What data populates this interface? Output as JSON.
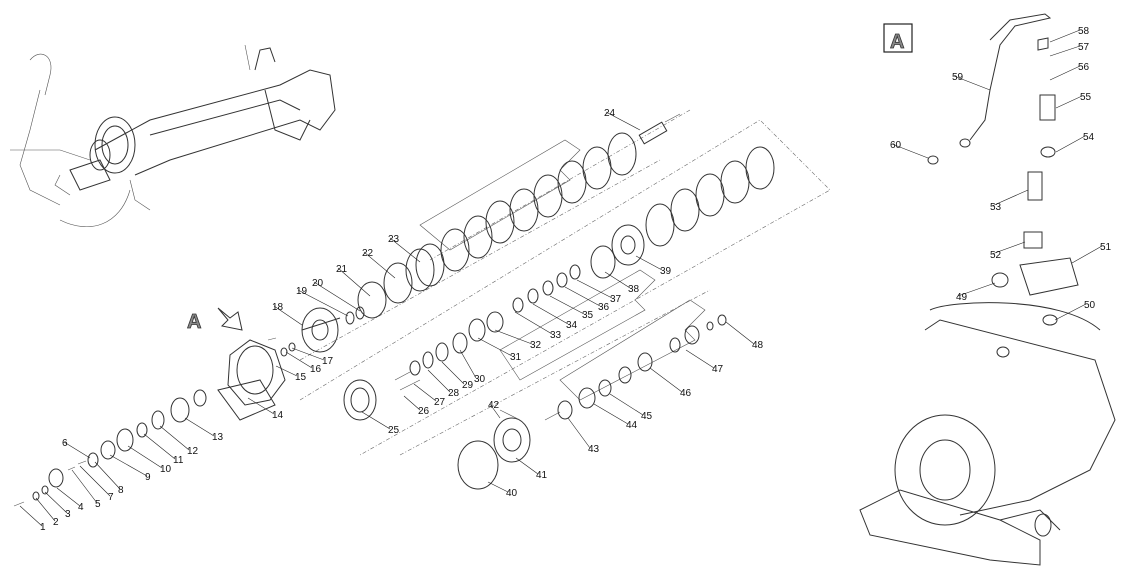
{
  "view_markers": {
    "main": "A",
    "inset": "A"
  },
  "callouts": [
    {
      "id": "1",
      "label": "1"
    },
    {
      "id": "2",
      "label": "2"
    },
    {
      "id": "3",
      "label": "3"
    },
    {
      "id": "4",
      "label": "4"
    },
    {
      "id": "5",
      "label": "5"
    },
    {
      "id": "6",
      "label": "6"
    },
    {
      "id": "7",
      "label": "7"
    },
    {
      "id": "8",
      "label": "8"
    },
    {
      "id": "9",
      "label": "9"
    },
    {
      "id": "10",
      "label": "10"
    },
    {
      "id": "11",
      "label": "11"
    },
    {
      "id": "12",
      "label": "12"
    },
    {
      "id": "13",
      "label": "13"
    },
    {
      "id": "14",
      "label": "14"
    },
    {
      "id": "15",
      "label": "15"
    },
    {
      "id": "16",
      "label": "16"
    },
    {
      "id": "17",
      "label": "17"
    },
    {
      "id": "18",
      "label": "18"
    },
    {
      "id": "19",
      "label": "19"
    },
    {
      "id": "20",
      "label": "20"
    },
    {
      "id": "21",
      "label": "21"
    },
    {
      "id": "22",
      "label": "22"
    },
    {
      "id": "23",
      "label": "23"
    },
    {
      "id": "24",
      "label": "24"
    },
    {
      "id": "25",
      "label": "25"
    },
    {
      "id": "26",
      "label": "26"
    },
    {
      "id": "27",
      "label": "27"
    },
    {
      "id": "28",
      "label": "28"
    },
    {
      "id": "29",
      "label": "29"
    },
    {
      "id": "30",
      "label": "30"
    },
    {
      "id": "31",
      "label": "31"
    },
    {
      "id": "32",
      "label": "32"
    },
    {
      "id": "33",
      "label": "33"
    },
    {
      "id": "34",
      "label": "34"
    },
    {
      "id": "35",
      "label": "35"
    },
    {
      "id": "36",
      "label": "36"
    },
    {
      "id": "37",
      "label": "37"
    },
    {
      "id": "38",
      "label": "38"
    },
    {
      "id": "39",
      "label": "39"
    },
    {
      "id": "40",
      "label": "40"
    },
    {
      "id": "41",
      "label": "41"
    },
    {
      "id": "42",
      "label": "42"
    },
    {
      "id": "43",
      "label": "43"
    },
    {
      "id": "44",
      "label": "44"
    },
    {
      "id": "45",
      "label": "45"
    },
    {
      "id": "46",
      "label": "46"
    },
    {
      "id": "47",
      "label": "47"
    },
    {
      "id": "48",
      "label": "48"
    },
    {
      "id": "49",
      "label": "49"
    },
    {
      "id": "50",
      "label": "50"
    },
    {
      "id": "51",
      "label": "51"
    },
    {
      "id": "52",
      "label": "52"
    },
    {
      "id": "53",
      "label": "53"
    },
    {
      "id": "54",
      "label": "54"
    },
    {
      "id": "55",
      "label": "55"
    },
    {
      "id": "56",
      "label": "56"
    },
    {
      "id": "57",
      "label": "57"
    },
    {
      "id": "58",
      "label": "58"
    },
    {
      "id": "59",
      "label": "59"
    },
    {
      "id": "60",
      "label": "60"
    }
  ]
}
